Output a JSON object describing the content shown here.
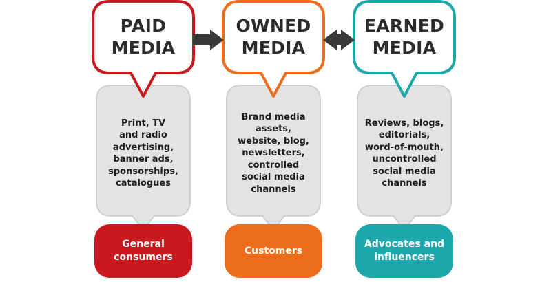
{
  "colors": {
    "paid": "#c9191f",
    "owned": "#ee6d1d",
    "earned": "#1ea6ad",
    "panel_fill": "#e3e3e3",
    "panel_stroke": "#d0d0d0",
    "arrow": "#3a3a3a"
  },
  "columns": [
    {
      "key": "paid",
      "title_lines": [
        "PAID",
        "MEDIA"
      ],
      "description_lines": [
        "Print, TV",
        "and radio",
        "advertising,",
        "banner ads,",
        "sponsorships,",
        "catalogues"
      ],
      "audience_lines": [
        "General",
        "consumers"
      ]
    },
    {
      "key": "owned",
      "title_lines": [
        "OWNED",
        "MEDIA"
      ],
      "description_lines": [
        "Brand media",
        "assets,",
        "website, blog,",
        "newsletters,",
        "controlled",
        "social media",
        "channels"
      ],
      "audience_lines": [
        "Customers"
      ]
    },
    {
      "key": "earned",
      "title_lines": [
        "EARNED",
        "MEDIA"
      ],
      "description_lines": [
        "Reviews, blogs,",
        "editorials,",
        "word-of-mouth,",
        "uncontrolled",
        "social media",
        "channels"
      ],
      "audience_lines": [
        "Advocates and",
        "influencers"
      ]
    }
  ],
  "connectors": [
    {
      "from": "paid",
      "to": "owned",
      "direction": "one-way"
    },
    {
      "from": "owned",
      "to": "earned",
      "direction": "two-way"
    }
  ]
}
